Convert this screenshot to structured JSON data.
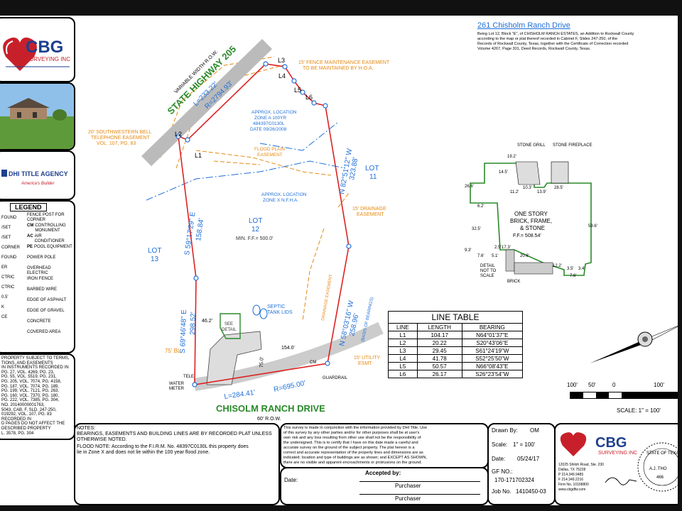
{
  "company": {
    "name": "CBG",
    "sub": "SURVEYING INC",
    "footer_address": "12025 Shiloh Road, Ste. 230",
    "footer_city": "Dallas, TX 75228",
    "footer_phone": "P 214.349.9485",
    "footer_fax": "F 214.349.2216",
    "footer_firm": "Firm No. 10168800",
    "footer_web": "www.cbgdfw.com"
  },
  "title_agency": {
    "name": "DHI TITLE AGENCY",
    "tagline": "America's Builder"
  },
  "legend": {
    "title": "LEGEND",
    "items": [
      {
        "label": "FENCE POST FOR CORNER"
      },
      {
        "code": "CM",
        "label": "CONTROLLING MONUMENT"
      },
      {
        "code": "AC",
        "label": "AIR CONDITIONER"
      },
      {
        "code": "PE",
        "label": "POOL EQUIPMENT"
      },
      {
        "label": "POWER POLE"
      },
      {
        "label": "OVERHEAD ELECTRIC"
      },
      {
        "label": "IRON FENCE"
      },
      {
        "label": "BARBED WIRE"
      },
      {
        "label": "EDGE OF ASPHALT"
      },
      {
        "label": "EDGE OF GRAVEL"
      },
      {
        "label": "CONCRETE"
      },
      {
        "label": "COVERED AREA"
      }
    ],
    "left_partial": [
      "FOUND",
      "/SET",
      "/SET",
      "CORNER",
      "FOUND",
      "ER",
      "CTRIC",
      "CTRIC",
      "0.5'",
      "K",
      "CE"
    ]
  },
  "easements_text": [
    "PROPERTY SUBJECT TO TERMS,",
    "TIONS, AND EASEMENTS",
    "IN INSTRUMENTS RECORDED IN",
    "PG. 27, VOL. 4269, PG. 23,",
    "PG. 55, VOL. 5519, PG. 231,",
    "PG. 205, VOL. 7074, PG. 4158,",
    "PG. 187, VOL. 7074, PG. 189,",
    "PG. 199, VOL. 7121, PG. 263,",
    "PG. 160, VOL. 7370, PG. 180,",
    "PG. 222, VOL. 7385, PG. 304,",
    "NO. 20140000001763,",
    "5043, CAB. F, SLD. 247-250,",
    "019292, VOL. 107, PG. 83",
    "RECORDED IN",
    "D PAGES DO NOT AFFECT THE",
    "DESCRIBED PROPERTY",
    "L. 3578, PG. 304"
  ],
  "property": {
    "address": "261 Chisholm Ranch Drive",
    "legal": [
      "Being Lot 12, Block \"E\", of CHISHOLM RANCH ESTATES, an Addition to Rockwall County",
      "according to the map or plat thereof recorded in Cabinet F, Slides 247-250, of the",
      "Records of Rockwall County, Texas, together with the Certificate of Correction recorded",
      "Volume 4267, Page 301, Deed Records, Rockwall County, Texas."
    ]
  },
  "plat": {
    "state_highway": "STATE HIGHWAY 205",
    "row": "VARIABLE WIDTH R.O.W.",
    "curve_l": "L=233.22'",
    "curve_r": "R=2794.93'",
    "fence_note_1": "15' FENCE MAINTENANCE EASEMENT",
    "fence_note_2": "TO BE MAINTAINED BY H.O.A.",
    "bell_1": "20' SOUTHWESTERN BELL",
    "bell_2": "TELEPHONE EASEMENT",
    "bell_3": "VOL. 107, PG. 83",
    "flood_1": "APPROX. LOCATION",
    "flood_2": "ZONE A 100YR",
    "flood_3": "484397C0130L",
    "flood_4": "DATE 09/26/2008",
    "floodplain_1": "FLOOD PLAIN",
    "floodplain_2": "EASEMENT",
    "zonex_1": "APPROX. LOCATION",
    "zonex_2": "ZONE X N.F.H.A.",
    "lot_11_a": "LOT",
    "lot_11_b": "11",
    "lot_12_a": "LOT",
    "lot_12_b": "12",
    "min_ff": "MIN. F.F.= 500.0'",
    "lot_13_a": "LOT",
    "lot_13_b": "13",
    "east_bearing": "N 82°51'12\" W",
    "east_dist": "323.88'",
    "west_bearing": "S 59°17'29\" E",
    "west_dist": "158.84'",
    "sw_bearing": "S 69°46'48\" E",
    "sw_dist": "298.52'",
    "se_bearing": "N 58°03'16\" W",
    "se_dist": "258.96'",
    "basis": "(BASIS OF BEARINGS)",
    "drain_1": "15' DRAINAGE",
    "drain_2": "EASEMENT",
    "drain_vert": "DRAINAGE EASEMENT",
    "septic_1": "SEPTIC",
    "septic_2": "TANK LIDS",
    "see_1": "SEE",
    "see_2": "DETAIL",
    "bl": "75' BL",
    "d154": "154.0'",
    "d75": "75.0'",
    "d46": "46.2'",
    "utility_1": "15' UTILITY",
    "utility_2": "ESMT.",
    "guardrail": "GUARDRAIL",
    "water_1": "WATER",
    "water_2": "METER",
    "tele": "TELE",
    "cm": "CM",
    "road": "CHISOLM RANCH DRIVE",
    "road_row": "60' R.O.W.",
    "curve2_l": "L=284.41'",
    "curve2_r": "R=695.00'",
    "l_labels": [
      "L1",
      "L2",
      "L3",
      "L4",
      "L5",
      "L6"
    ]
  },
  "house": {
    "stone_grill": "STONE GRILL",
    "stone_fireplace": "STONE FIREPLACE",
    "desc_1": "ONE STORY",
    "desc_2": "BRICK, FRAME,",
    "desc_3": "& STONE",
    "ff": "F.F.= 508.54'",
    "detail_1": "DETAIL",
    "detail_2": "NOT TO",
    "detail_3": "SCALE",
    "brick": "BRICK",
    "dims": [
      "19.2'",
      "14.5'",
      "11.2'",
      "10.3'",
      "13.9'",
      "28.5'",
      "26.6'",
      "6.2'",
      "32.5'",
      "59.6'",
      "9.3'",
      "2.5'",
      "17.3'",
      "20.6'",
      "12.2'",
      "3.5'",
      "3.4'",
      "7.6'",
      "7.6'",
      "5.1'"
    ]
  },
  "line_table": {
    "title": "LINE TABLE",
    "headers": [
      "LINE",
      "LENGTH",
      "BEARING"
    ],
    "rows": [
      [
        "L1",
        "104.17",
        "N64°01'37\"E"
      ],
      [
        "L2",
        "20.22",
        "S20°43'06\"E"
      ],
      [
        "L3",
        "29.45",
        "S61°24'19\"W"
      ],
      [
        "L4",
        "41.78",
        "S52°25'50\"W"
      ],
      [
        "L5",
        "50.57",
        "N66°08'43\"E"
      ],
      [
        "L6",
        "26.17",
        "S26°23'54\"W"
      ]
    ]
  },
  "scale": {
    "t100": "100'",
    "t50": "50'",
    "t0": "0",
    "t100b": "100'",
    "label": "SCALE: 1\" = 100'"
  },
  "notes": {
    "l1": "NOTES:",
    "l2": "BEARINGS, EASEMENTS AND BUILDING LINES ARE BY RECORDED PLAT UNLESS",
    "l3": "OTHERWISE NOTED.",
    "l4": "FLOOD NOTE: According to the F.I.R.M. No. 48397C0130L this property does",
    "l5": "lie in Zone X and does not lie within the 100 year flood zone."
  },
  "cert": [
    "This survey is made in conjunction with the information provided by DHI Title. Use",
    "of this survey by any other parties and/or for other purposes shall be at user's",
    "own risk and any loss resulting from other use shall not be the responsibility of",
    "the undersigned. This is to certify that I have on this date made a careful and",
    "accurate survey on the ground of the subject property. The plat hereon is a",
    "correct and accurate representation of the property lines and dimensions are as",
    "indicated; location and type of buildings are as shown; and EXCEPT AS SHOWN,",
    "there are no visible and apparent encroachments or protrusions on the ground."
  ],
  "accept": {
    "label": "Accepted by:",
    "date": "Date:",
    "p1": "Purchaser",
    "p2": "Purchaser"
  },
  "job": {
    "drawn_label": "Drawn By:",
    "drawn": "OM",
    "scale_label": "Scale:",
    "scale": "1\" = 100'",
    "date_label": "Date:",
    "date": "05/24/17",
    "gf_label": "GF NO.:",
    "gf": "170-171702324",
    "job_label": "Job No.",
    "job": "1410450-03"
  },
  "stamp": {
    "text": "STATE OF TEXAS",
    "name": "A.J. THO",
    "num": "466"
  },
  "colors": {
    "boundary": "#d22",
    "road_green": "#2a8a2a",
    "water_blue": "#1e6fd9",
    "easement_orange": "#e58a14"
  }
}
